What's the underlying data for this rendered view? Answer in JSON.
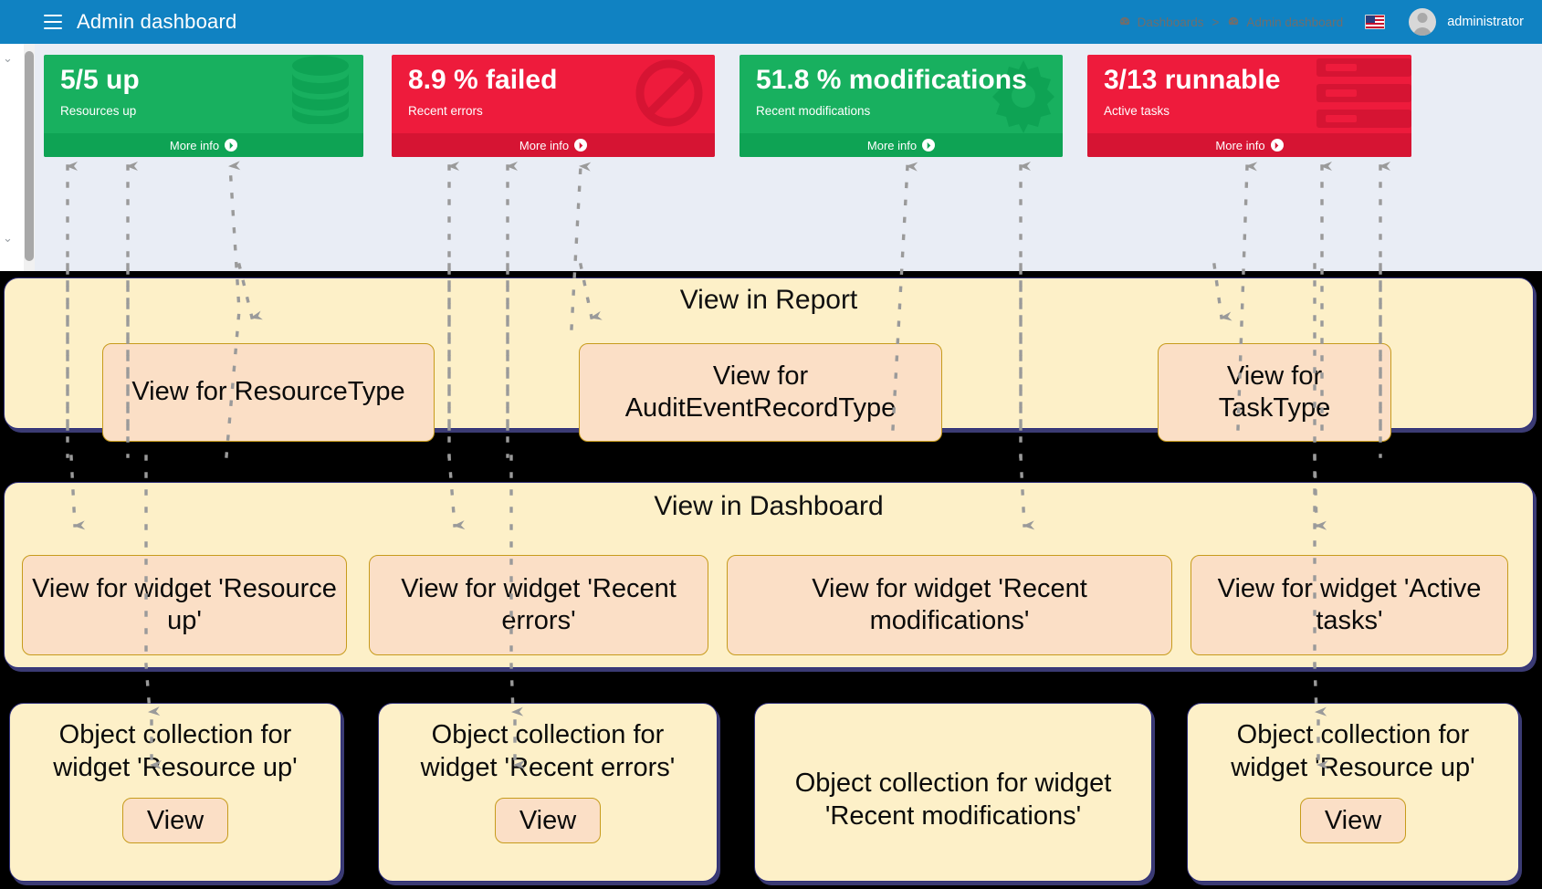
{
  "app": {
    "title": "Admin dashboard",
    "menu_icon": "hamburger-icon",
    "breadcrumb": {
      "root": "Dashboards",
      "separator": ">",
      "current": "Admin dashboard"
    },
    "language_flag": "us-flag-icon",
    "user": "administrator"
  },
  "cards": [
    {
      "value": "5/5 up",
      "label": "Resources up",
      "more": "More info",
      "color": "#18b05f",
      "footer_color": "#0ea354",
      "icon": "database-icon",
      "status": "green"
    },
    {
      "value": "8.9 % failed",
      "label": "Recent errors",
      "more": "More info",
      "color": "#ee1b3c",
      "footer_color": "#d61433",
      "icon": "ban-icon",
      "status": "red"
    },
    {
      "value": "51.8 % modifications",
      "label": "Recent modifications",
      "more": "More info",
      "color": "#18b05f",
      "footer_color": "#0ea354",
      "icon": "gear-icon",
      "status": "green"
    },
    {
      "value": "3/13 runnable",
      "label": "Active tasks",
      "more": "More info",
      "color": "#ee1b3c",
      "footer_color": "#d61433",
      "icon": "task-list-icon",
      "status": "red"
    }
  ],
  "groups": [
    {
      "title": "View in Report",
      "nodes": [
        "View for\nResourceType",
        "View for\nAuditEventRecordType",
        "View for\nTaskType"
      ]
    },
    {
      "title": "View in Dashboard",
      "nodes": [
        "View for widget\n'Resource up'",
        "View for widget\n'Recent errors'",
        "View for widget\n'Recent modifications'",
        "View for widget\n'Active tasks'"
      ]
    }
  ],
  "collections": [
    {
      "label": "Object collection for\nwidget 'Resource up'",
      "button": "View"
    },
    {
      "label": "Object collection for\nwidget 'Recent errors'",
      "button": "View"
    },
    {
      "label": "Object collection for widget\n'Recent modifications'",
      "button": null
    },
    {
      "label": "Object collection for\nwidget 'Resource up'",
      "button": "View"
    }
  ],
  "node_labels": {
    "r0": "View for ResourceType",
    "r1": "View for AuditEventRecordType",
    "r2": "View for TaskType",
    "d0": "View for widget 'Resource up'",
    "d1": "View for widget 'Recent errors'",
    "d2": "View for widget 'Recent modifications'",
    "d3": "View for widget 'Active tasks'"
  },
  "theme": {
    "topbar": "#1082c2",
    "page_bg": "#e9edf5",
    "group_fill": "#fdf0c8",
    "node_fill": "#fbdfc6",
    "node_border": "#c79b1c",
    "group_border": "#2e2e7a",
    "annotation_bg": "#000000"
  }
}
